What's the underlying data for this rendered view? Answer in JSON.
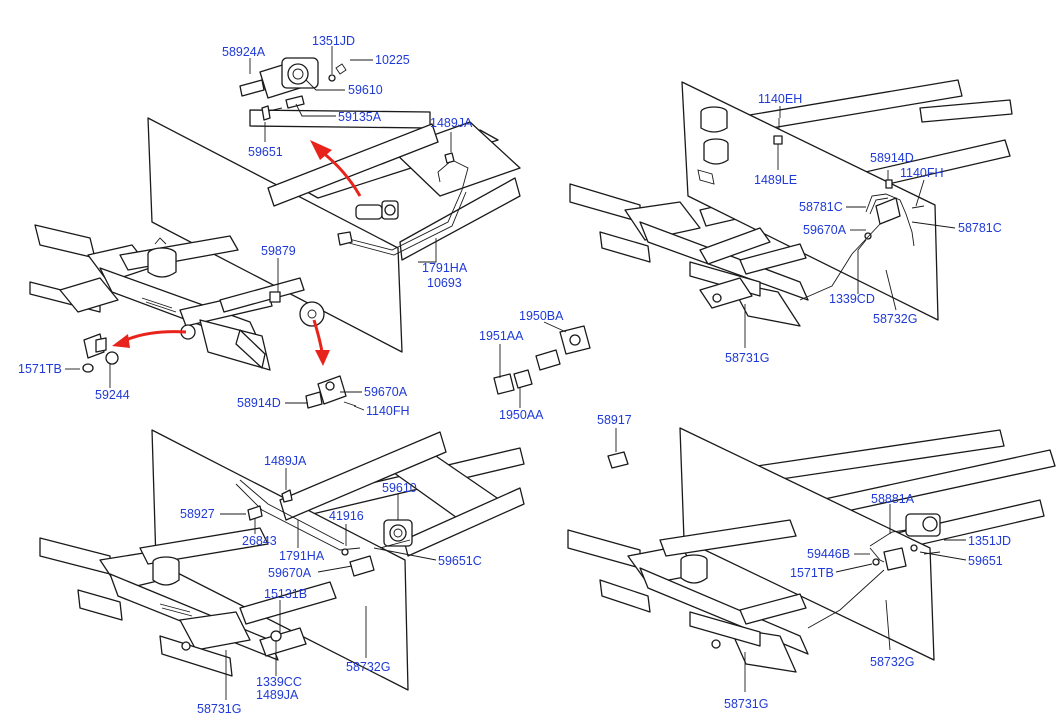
{
  "diagram": {
    "part_labels": {
      "p58924A": "58924A",
      "p1351JD_a": "1351JD",
      "p10225": "10225",
      "p59610_a": "59610",
      "p59135A": "59135A",
      "p1489JA_a": "1489JA",
      "p59651_a": "59651",
      "p59879": "59879",
      "p1791HA_a": "1791HA",
      "p10693": "10693",
      "p1571TB_a": "1571TB",
      "p59244": "59244",
      "p59670A_a": "59670A",
      "p58914D_a": "58914D",
      "p1140FH_a": "1140FH",
      "p1140EH": "1140EH",
      "p1489LE": "1489LE",
      "p58914D_b": "58914D",
      "p1140FH_b": "1140FH",
      "p58781C_a": "58781C",
      "p58781C_b": "58781C",
      "p59670A_b": "59670A",
      "p1339CD": "1339CD",
      "p58732G_a": "58732G",
      "p58731G_a": "58731G",
      "p1950BA": "1950BA",
      "p1951AA": "1951AA",
      "p1950AA": "1950AA",
      "p58917": "58917",
      "p1489JA_b": "1489JA",
      "p59610_b": "59610",
      "p58927": "58927",
      "p41916": "41916",
      "p26843": "26843",
      "p1791HA_b": "1791HA",
      "p59651C": "59651C",
      "p59670A_c": "59670A",
      "p15131B": "15131B",
      "p58732G_b": "58732G",
      "p1339CC": "1339CC",
      "p1489JA_c": "1489JA",
      "p58731G_b": "58731G",
      "p58881A": "58881A",
      "p1351JD_b": "1351JD",
      "p59446B": "59446B",
      "p59651_b": "59651",
      "p1571TB_b": "1571TB",
      "p58732G_c": "58732G",
      "p58731G_c": "58731G"
    },
    "colors": {
      "label": "#1f3ad6",
      "arrow": "#e8231c",
      "line": "#1a1a1a"
    }
  }
}
